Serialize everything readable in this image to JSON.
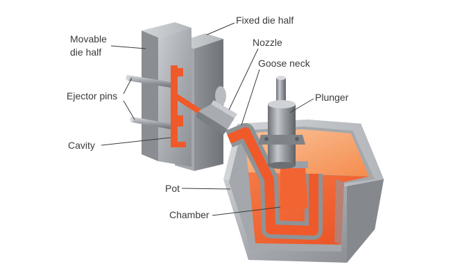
{
  "labels": {
    "fixed_die_half": "Fixed die half",
    "movable_die_half_line1": "Movable",
    "movable_die_half_line2": "die half",
    "nozzle": "Nozzle",
    "goose_neck": "Goose neck",
    "ejector_pins": "Ejector pins",
    "plunger": "Plunger",
    "cavity": "Cavity",
    "pot": "Pot",
    "chamber": "Chamber"
  },
  "colors": {
    "molten_metal": "#f2592a",
    "molten_surface": "#f7a26a",
    "steel_light": "#b8bcc0",
    "steel_mid": "#9a9ea3",
    "steel_dark": "#74787d",
    "leader_line": "#3a3a3a",
    "label_text": "#3a3a3a"
  }
}
